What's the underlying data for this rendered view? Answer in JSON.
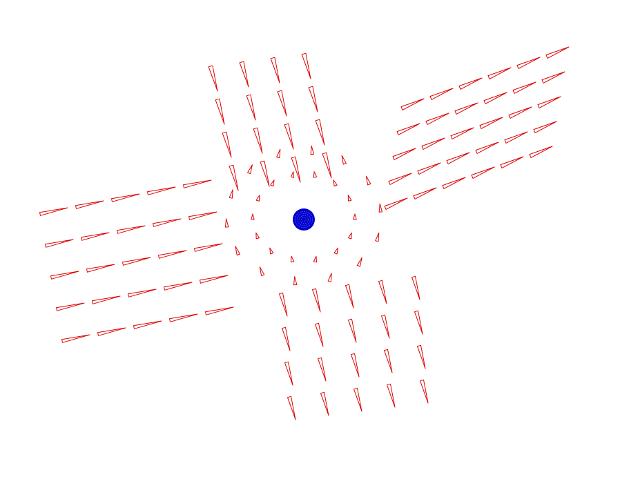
{
  "colors": {
    "background": "#ffffff",
    "arrow": "#dd0000",
    "sphere": "#0000cc"
  },
  "scene": {
    "arms": [
      {
        "name": "arm-north",
        "rows": 4,
        "cols": 4
      },
      {
        "name": "arm-east",
        "rows": 5,
        "cols": 6
      },
      {
        "name": "arm-south",
        "rows": 4,
        "cols": 5
      },
      {
        "name": "arm-west",
        "rows": 5,
        "cols": 5
      }
    ],
    "inner_ring": {
      "count": 28
    }
  }
}
